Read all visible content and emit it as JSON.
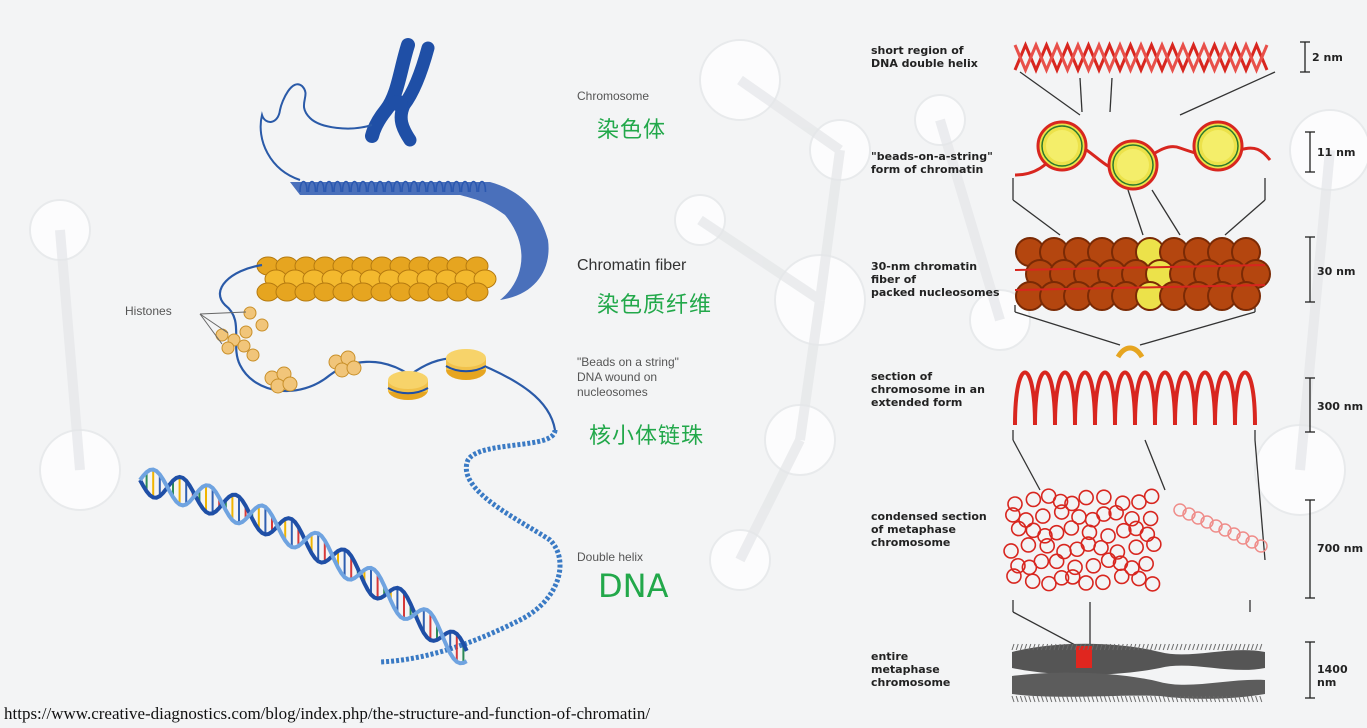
{
  "left_panel": {
    "chromosome": {
      "en": "Chromosome",
      "cn": "染色体"
    },
    "chromatin_fiber": {
      "en": "Chromatin fiber",
      "cn": "染色质纤维"
    },
    "histones": "Histones",
    "beads": {
      "en_line1": "\"Beads on a string\"",
      "en_line2": "DNA wound on",
      "en_line3": "nucleosomes",
      "cn": "核小体链珠"
    },
    "double_helix": {
      "en": "Double helix",
      "cn": "DNA"
    }
  },
  "right_panel": {
    "levels": [
      {
        "label": "short region of\nDNA double helix",
        "scale": "2 nm"
      },
      {
        "label": "\"beads-on-a-string\"\nform of chromatin",
        "scale": "11 nm"
      },
      {
        "label": "30-nm chromatin\nfiber of\npacked nucleosomes",
        "scale": "30 nm"
      },
      {
        "label": "section of\nchromosome in an\nextended form",
        "scale": "300 nm"
      },
      {
        "label": "condensed section\nof metaphase\nchromosome",
        "scale": "700 nm"
      },
      {
        "label": "entire\nmetaphase\nchromosome",
        "scale": "1400 nm"
      }
    ]
  },
  "source_url": "https://www.creative-diagnostics.com/blog/index.php/the-structure-and-function-of-chromatin/",
  "colors": {
    "chinese_text": "#22a84a",
    "dna_blue": "#1f4fa6",
    "bead_gold": "#e6a520",
    "fiber_red": "#d8261f",
    "chromosome_gray": "#555555"
  }
}
